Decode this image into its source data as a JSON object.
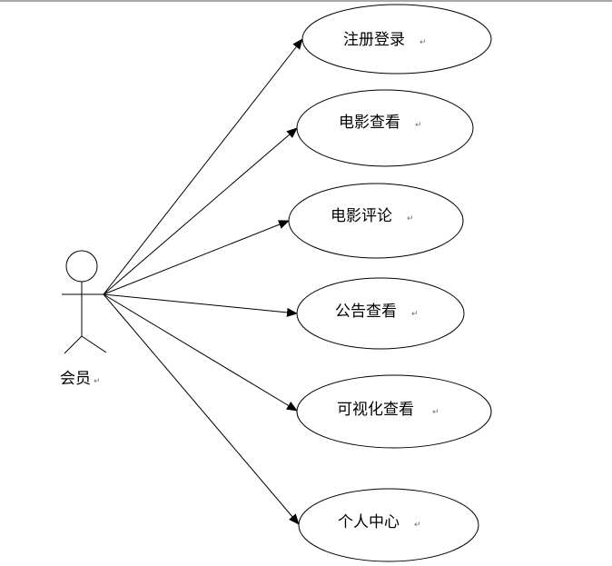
{
  "actor": {
    "label": "会员",
    "paragraph_mark": "↵"
  },
  "use_cases": [
    {
      "id": "register-login",
      "label": "注册登录",
      "paragraph_mark": "↵"
    },
    {
      "id": "movie-view",
      "label": "电影查看",
      "paragraph_mark": "↵"
    },
    {
      "id": "movie-comment",
      "label": "电影评论",
      "paragraph_mark": "↵"
    },
    {
      "id": "notice-view",
      "label": "公告查看",
      "paragraph_mark": "↵"
    },
    {
      "id": "visual-view",
      "label": "可视化查看",
      "paragraph_mark": "↵"
    },
    {
      "id": "personal-center",
      "label": "个人中心",
      "paragraph_mark": "↵"
    }
  ],
  "colors": {
    "stroke": "#000000",
    "background": "#ffffff",
    "top_border": "#a8a8a8",
    "paragraph_mark": "#707070"
  }
}
